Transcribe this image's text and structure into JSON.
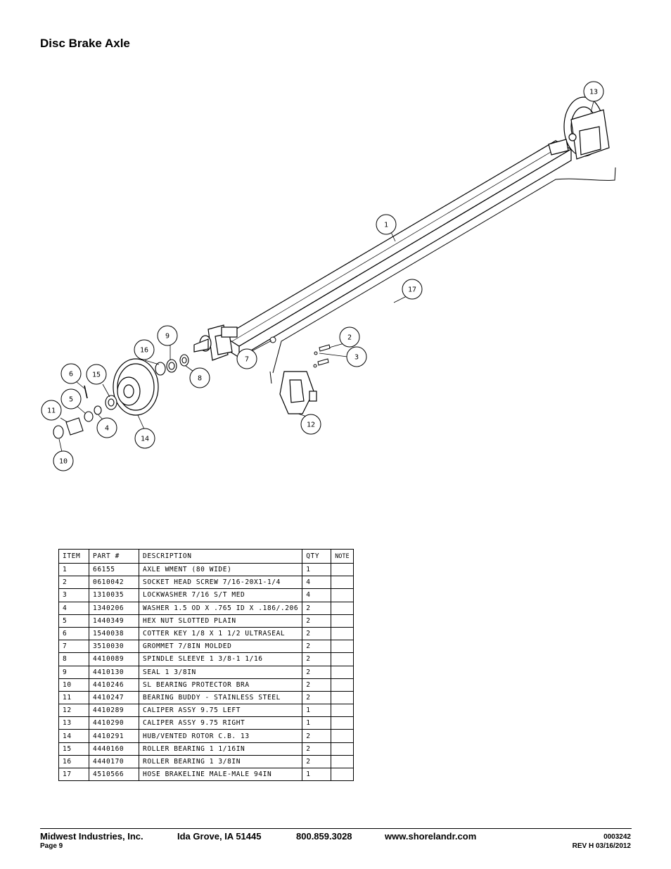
{
  "title": "Disc Brake Axle",
  "callouts": [
    "13",
    "1",
    "17",
    "2",
    "3",
    "7",
    "9",
    "16",
    "8",
    "6",
    "15",
    "5",
    "11",
    "4",
    "14",
    "12",
    "10"
  ],
  "table": {
    "headers": [
      "ITEM",
      "PART #",
      "DESCRIPTION",
      "QTY",
      "NOTE"
    ],
    "rows": [
      [
        "1",
        "66155",
        "AXLE WMENT (80 WIDE)",
        "1",
        ""
      ],
      [
        "2",
        "0610042",
        "SOCKET HEAD SCREW 7/16-20X1-1/4",
        "4",
        ""
      ],
      [
        "3",
        "1310035",
        "LOCKWASHER 7/16 S/T MED",
        "4",
        ""
      ],
      [
        "4",
        "1340206",
        "WASHER 1.5 OD X .765 ID X .186/.206",
        "2",
        ""
      ],
      [
        "5",
        "1440349",
        "HEX NUT SLOTTED PLAIN",
        "2",
        ""
      ],
      [
        "6",
        "1540038",
        "COTTER KEY 1/8 X 1 1/2 ULTRASEAL",
        "2",
        ""
      ],
      [
        "7",
        "3510030",
        "GROMMET  7/8IN MOLDED",
        "2",
        ""
      ],
      [
        "8",
        "4410089",
        "SPINDLE SLEEVE  1 3/8-1 1/16",
        "2",
        ""
      ],
      [
        "9",
        "4410130",
        "SEAL  1 3/8IN",
        "2",
        ""
      ],
      [
        "10",
        "4410246",
        "SL BEARING PROTECTOR BRA",
        "2",
        ""
      ],
      [
        "11",
        "4410247",
        "BEARING BUDDY - STAINLESS STEEL",
        "2",
        ""
      ],
      [
        "12",
        "4410289",
        "CALIPER ASSY 9.75 LEFT",
        "1",
        ""
      ],
      [
        "13",
        "4410290",
        "CALIPER ASSY 9.75 RIGHT",
        "1",
        ""
      ],
      [
        "14",
        "4410291",
        "HUB/VENTED ROTOR C.B.  13",
        "2",
        ""
      ],
      [
        "15",
        "4440160",
        "ROLLER BEARING   1 1/16IN",
        "2",
        ""
      ],
      [
        "16",
        "4440170",
        "ROLLER BEARING   1 3/8IN",
        "2",
        ""
      ],
      [
        "17",
        "4510566",
        "HOSE BRAKELINE MALE-MALE 94IN",
        "1",
        ""
      ]
    ]
  },
  "footer": {
    "company": "Midwest Industries, Inc.",
    "city": "Ida Grove, IA  51445",
    "phone": "800.859.3028",
    "website": "www.shorelandr.com",
    "page": "Page 9",
    "doc_number": "0003242",
    "revision": "REV H  03/16/2012"
  }
}
